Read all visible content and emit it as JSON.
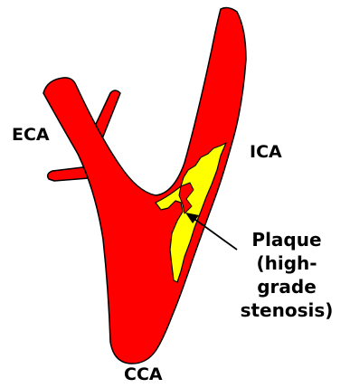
{
  "labels": {
    "eca": "ECA",
    "ica": "ICA",
    "cca": "CCA",
    "plaque": [
      "Plaque",
      "(high-grade",
      "stenosis)"
    ]
  },
  "colors": {
    "artery": "#ff0000",
    "plaque": "#ffff00",
    "outline": "#000000",
    "background": "#ffffff"
  }
}
